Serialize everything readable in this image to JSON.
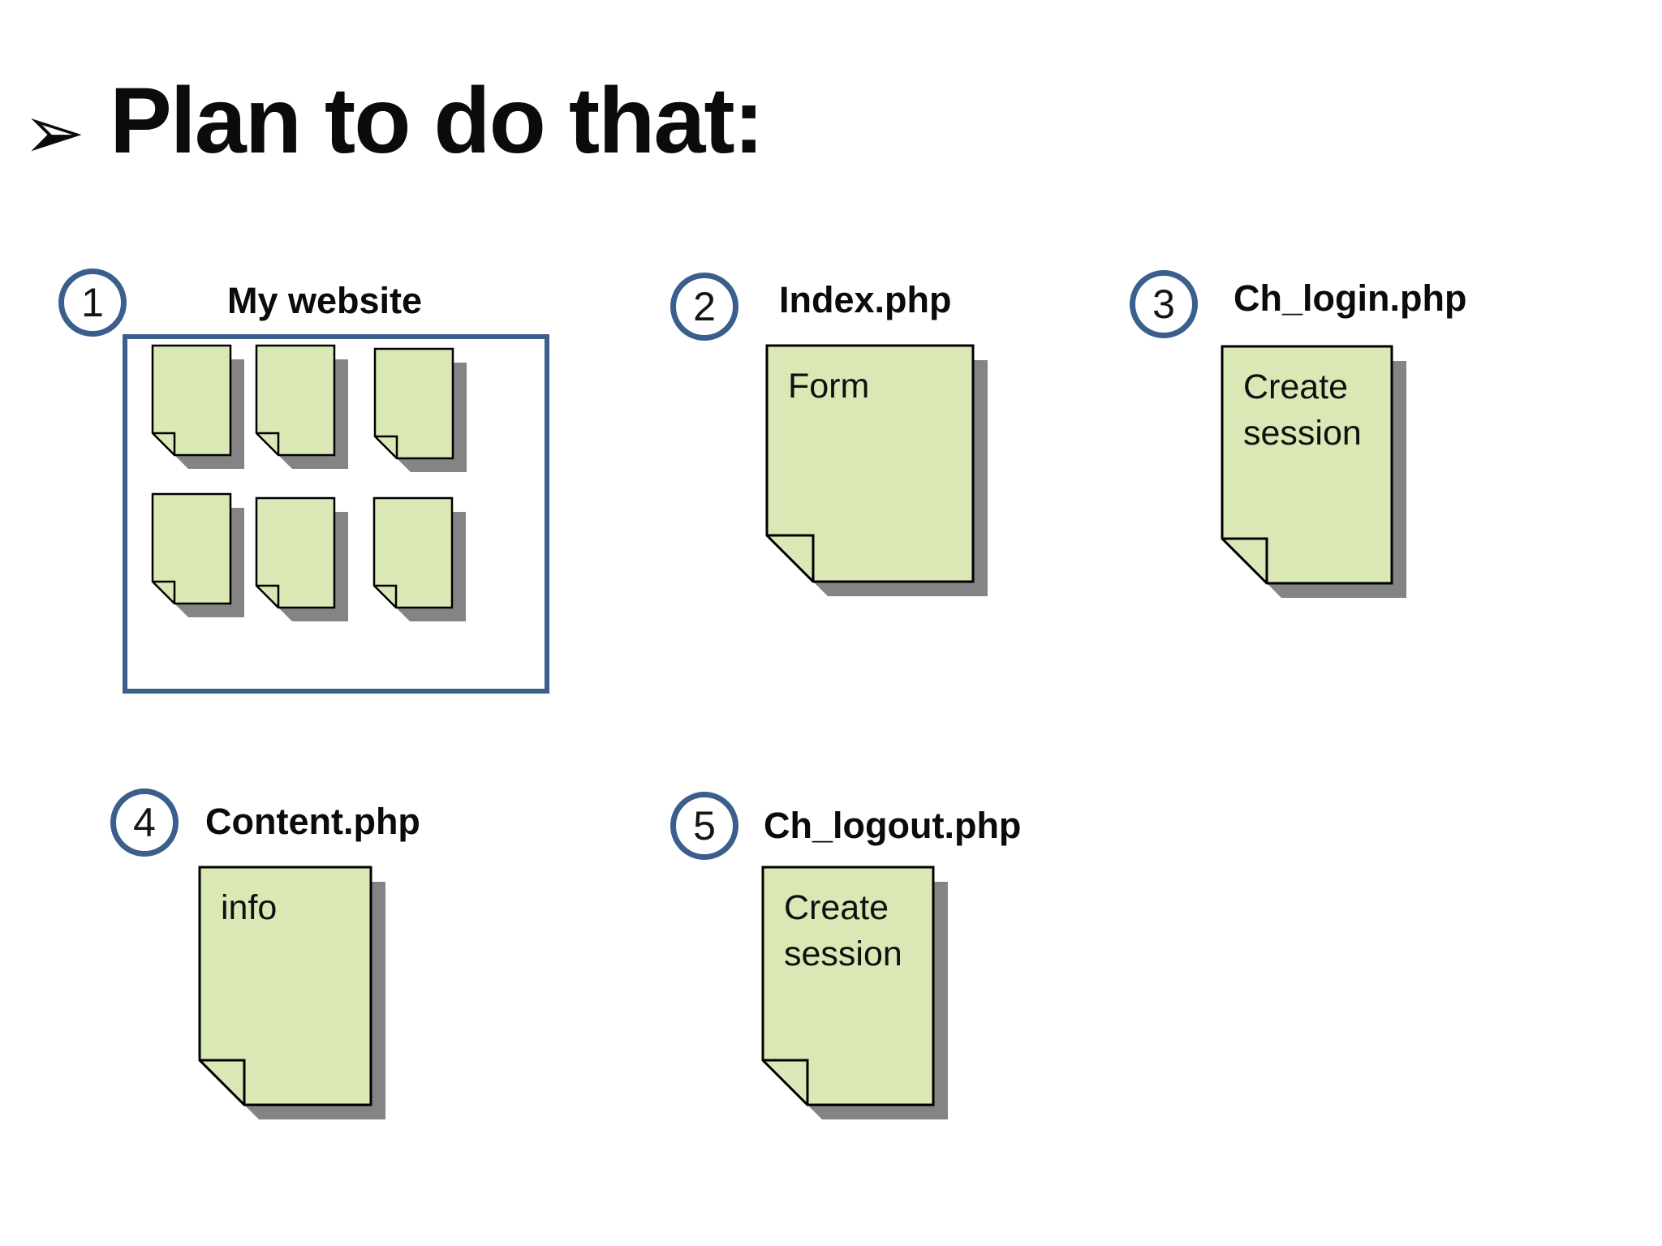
{
  "title": {
    "bullet": "➢",
    "text": "Plan to do that:"
  },
  "colors": {
    "accent_blue": "#3a5f8c",
    "doc_green": "#d9e8b4",
    "shadow_gray": "#848484",
    "text_black": "#0b0b0b"
  },
  "steps": [
    {
      "number": "1",
      "label": "My website",
      "page_icon_count": 6
    },
    {
      "number": "2",
      "label": "Index.php",
      "doc_text": "Form"
    },
    {
      "number": "3",
      "label": "Ch_login.php",
      "doc_text": "Create session"
    },
    {
      "number": "4",
      "label": "Content.php",
      "doc_text": "info"
    },
    {
      "number": "5",
      "label": "Ch_logout.php",
      "doc_text": "Create session"
    }
  ]
}
